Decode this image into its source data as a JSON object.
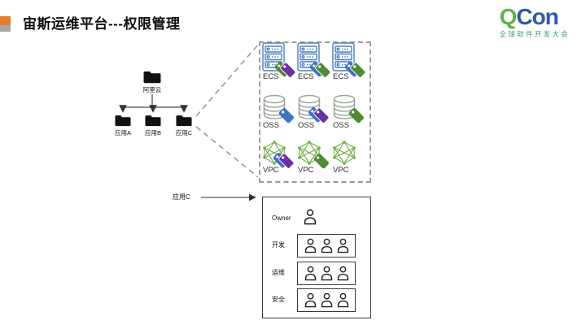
{
  "slide": {
    "title": "宙斯运维平台---权限管理"
  },
  "logo": {
    "q": "Q",
    "con": "Con",
    "subtitle": "全球软件开发大会"
  },
  "colors": {
    "accent_orange": "#E87D2B",
    "accent_gray": "#A6A6A6",
    "logo_green": "#5FB341",
    "logo_blue": "#2B5CA8",
    "logo_subtitle_teal": "#3E9A8C",
    "tag_blue": "#3E73C4",
    "tag_purple": "#6C2FA8",
    "tag_green": "#4D8B35",
    "ecs_icon_blue": "#4A7EBF",
    "oss_icon_gray_green": "#9AA59A",
    "vpc_icon_green": "#6FAE46"
  },
  "tree": {
    "root": {
      "label": "阿里云",
      "icon": "folder-icon"
    },
    "children": [
      {
        "label": "应用A",
        "icon": "folder-icon"
      },
      {
        "label": "应用B",
        "icon": "folder-icon"
      },
      {
        "label": "应用C",
        "icon": "folder-icon"
      }
    ]
  },
  "resources": {
    "rows": [
      {
        "service": "ECS",
        "icon": "server-icon",
        "items": [
          {
            "label": "ECS",
            "tags": [
              "green",
              "purple"
            ]
          },
          {
            "label": "ECS",
            "tags": [
              "blue",
              "green"
            ]
          },
          {
            "label": "ECS",
            "tags": [
              "blue",
              "green"
            ]
          }
        ]
      },
      {
        "service": "OSS",
        "icon": "storage-icon",
        "items": [
          {
            "label": "OSS",
            "tags": [
              "blue"
            ]
          },
          {
            "label": "OSS",
            "tags": [
              "blue",
              "purple"
            ]
          },
          {
            "label": "OSS",
            "tags": [
              "green"
            ]
          }
        ]
      },
      {
        "service": "VPC",
        "icon": "network-icon",
        "items": [
          {
            "label": "VPC",
            "tags": [
              "blue",
              "purple"
            ]
          },
          {
            "label": "VPC",
            "tags": [
              "green"
            ]
          },
          {
            "label": "VPC",
            "tags": []
          }
        ]
      }
    ]
  },
  "permissions": {
    "source_label": "应用C",
    "rows": [
      {
        "label": "Owner",
        "member_count": 1,
        "boxed": false
      },
      {
        "label": "开发",
        "member_count": 3,
        "boxed": true
      },
      {
        "label": "运维",
        "member_count": 3,
        "boxed": true
      },
      {
        "label": "安全",
        "member_count": 3,
        "boxed": true
      }
    ]
  }
}
